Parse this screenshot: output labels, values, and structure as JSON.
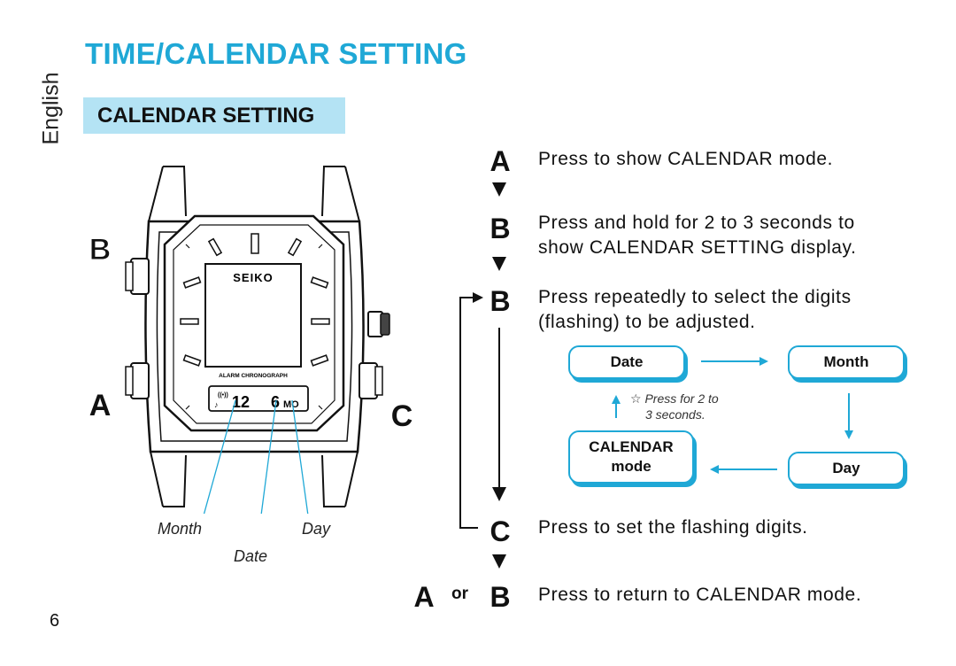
{
  "language_tab": "English",
  "title": "TIME/CALENDAR SETTING",
  "section_title": "CALENDAR SETTING",
  "button_letters": {
    "a": "A",
    "b": "B",
    "c": "C"
  },
  "watch": {
    "brand": "SEIKO",
    "dial_text": "ALARM CHRONOGRAPH",
    "lcd_month": "12",
    "lcd_day": "6",
    "lcd_day_suffix": "MO",
    "callouts": {
      "month": "Month",
      "date": "Date",
      "day": "Day"
    }
  },
  "steps": [
    {
      "button": "A",
      "text": "Press to show CALENDAR mode."
    },
    {
      "button": "B",
      "text_lines": [
        "Press and hold for 2 to 3 seconds to",
        "show CALENDAR SETTING display."
      ]
    },
    {
      "button": "B",
      "text_lines": [
        "Press repeatedly to select the digits",
        "(flashing) to be adjusted."
      ]
    },
    {
      "button": "C",
      "text": "Press to set the flashing digits."
    },
    {
      "buttons": [
        "A",
        "B"
      ],
      "joiner": "or",
      "text": "Press to return to CALENDAR mode."
    }
  ],
  "flow": {
    "date": "Date",
    "month": "Month",
    "day": "Day",
    "calendar_mode_lines": [
      "CALENDAR",
      "mode"
    ],
    "note_lines": [
      "Press for 2 to",
      "3 seconds."
    ],
    "note_symbol": "☆"
  },
  "page_number": "6",
  "colors": {
    "accent": "#1fa8d6",
    "band": "#b4e3f4",
    "ink": "#111111"
  }
}
